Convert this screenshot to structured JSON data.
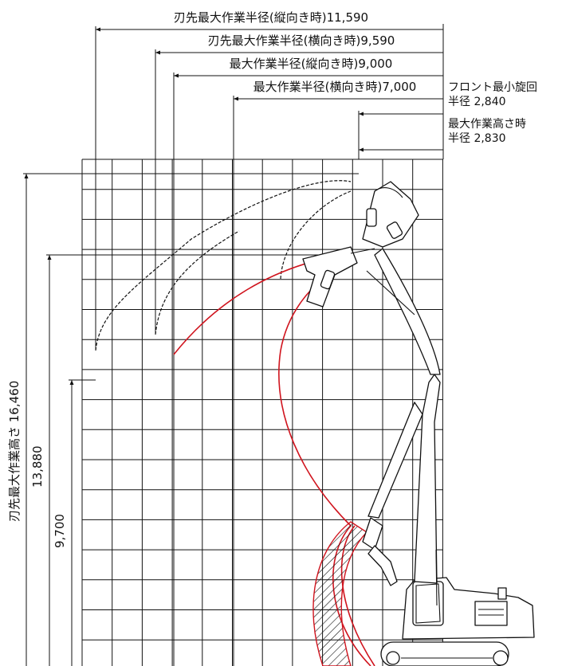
{
  "horizontal_dims": [
    {
      "id": "tip-max-radius-vertical",
      "text": "刃先最大作業半径(縦向き時)11,590"
    },
    {
      "id": "tip-max-radius-horizontal",
      "text": "刃先最大作業半径(横向き時)9,590"
    },
    {
      "id": "max-radius-vertical",
      "text": "最大作業半径(縦向き時)9,000"
    },
    {
      "id": "max-radius-horizontal",
      "text": "最大作業半径(横向き時)7,000"
    }
  ],
  "side_notes": {
    "front_min_swing": [
      "フロント最小旋回",
      "半径 2,840"
    ],
    "max_height_radius": [
      "最大作業高さ時",
      "半径 2,830"
    ]
  },
  "vertical_dims": [
    {
      "id": "tip-max-height",
      "text": "刃先最大作業高さ 16,460"
    },
    {
      "id": "height-13880",
      "text": "13,880"
    },
    {
      "id": "height-9700",
      "text": "9,700"
    }
  ],
  "colors": {
    "line": "#111111",
    "red": "#d0141e"
  }
}
